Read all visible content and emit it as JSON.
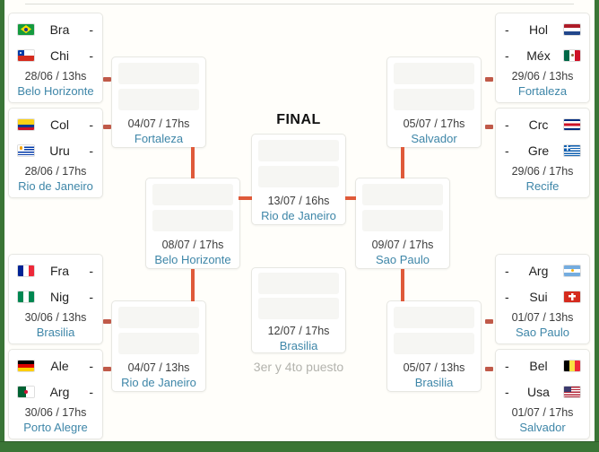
{
  "final_label": "FINAL",
  "colors": {
    "connector_line": "#df5a3a",
    "connector_nub": "#c05a49",
    "city_link": "#3e86a8",
    "frame_green": "#3a7535",
    "slot_fill": "#f6f6f3"
  },
  "round_of_16": {
    "left": [
      {
        "team1": {
          "code": "Bra",
          "flag": "flag-brazil",
          "score": "-"
        },
        "team2": {
          "code": "Chi",
          "flag": "flag-chile",
          "score": "-"
        },
        "date": "28/06 / 13hs",
        "city": "Belo Horizonte"
      },
      {
        "team1": {
          "code": "Col",
          "flag": "flag-colombia",
          "score": "-"
        },
        "team2": {
          "code": "Uru",
          "flag": "flag-uruguay",
          "score": "-"
        },
        "date": "28/06 / 17hs",
        "city": "Rio de Janeiro"
      },
      {
        "team1": {
          "code": "Fra",
          "flag": "flag-france",
          "score": "-"
        },
        "team2": {
          "code": "Nig",
          "flag": "flag-nigeria",
          "score": "-"
        },
        "date": "30/06 / 13hs",
        "city": "Brasilia"
      },
      {
        "team1": {
          "code": "Ale",
          "flag": "flag-germany",
          "score": "-"
        },
        "team2": {
          "code": "Arg",
          "flag": "flag-algeria",
          "score": "-"
        },
        "date": "30/06 / 17hs",
        "city": "Porto Alegre"
      }
    ],
    "right": [
      {
        "team1": {
          "code": "Hol",
          "flag": "flag-netherlands",
          "score": "-"
        },
        "team2": {
          "code": "Méx",
          "flag": "flag-mexico",
          "score": "-"
        },
        "date": "29/06 / 13hs",
        "city": "Fortaleza"
      },
      {
        "team1": {
          "code": "Crc",
          "flag": "flag-costa-rica",
          "score": "-"
        },
        "team2": {
          "code": "Gre",
          "flag": "flag-greece",
          "score": "-"
        },
        "date": "29/06 / 17hs",
        "city": "Recife"
      },
      {
        "team1": {
          "code": "Arg",
          "flag": "flag-argentina",
          "score": "-"
        },
        "team2": {
          "code": "Sui",
          "flag": "flag-switzerland",
          "score": "-"
        },
        "date": "01/07 / 13hs",
        "city": "Sao Paulo"
      },
      {
        "team1": {
          "code": "Bel",
          "flag": "flag-belgium",
          "score": "-"
        },
        "team2": {
          "code": "Usa",
          "flag": "flag-usa",
          "score": "-"
        },
        "date": "01/07 / 17hs",
        "city": "Salvador"
      }
    ]
  },
  "quarterfinals": {
    "top_left": {
      "date": "04/07 / 17hs",
      "city": "Fortaleza"
    },
    "bottom_left": {
      "date": "04/07 / 13hs",
      "city": "Rio de Janeiro"
    },
    "top_right": {
      "date": "05/07 / 17hs",
      "city": "Salvador"
    },
    "bottom_right": {
      "date": "05/07 / 13hs",
      "city": "Brasilia"
    }
  },
  "semifinals": {
    "left": {
      "date": "08/07 / 17hs",
      "city": "Belo Horizonte"
    },
    "right": {
      "date": "09/07 / 17hs",
      "city": "Sao Paulo"
    }
  },
  "final": {
    "title": "FINAL",
    "date": "13/07 / 16hs",
    "city": "Rio de Janeiro"
  },
  "third_place": {
    "date": "12/07 / 17hs",
    "city": "Brasilia",
    "label": "3er y 4to puesto"
  }
}
